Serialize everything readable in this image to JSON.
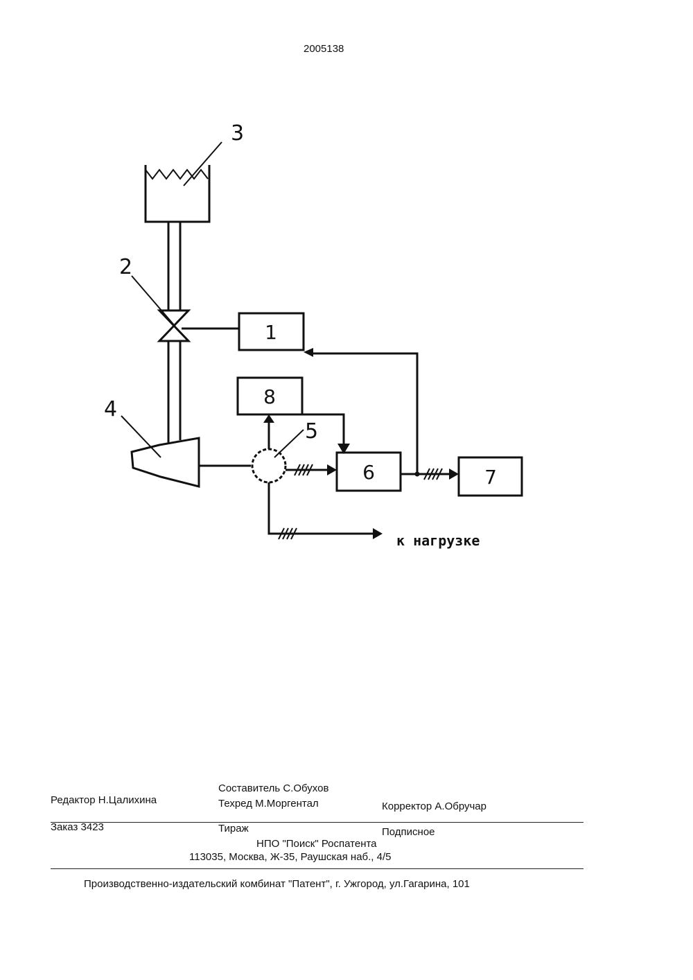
{
  "header": {
    "patent_number": "2005138"
  },
  "diagram": {
    "labels": {
      "n1": "1",
      "n2": "2",
      "n3": "3",
      "n4": "4",
      "n5": "5",
      "n6": "6",
      "n7": "7",
      "n8": "8"
    },
    "load_text": "к нагрузке"
  },
  "footer": {
    "editor": "Редактор  Н.Цалихина",
    "compiler": "Составитель  С.Обухов",
    "techred": "Техред М.Моргентал",
    "corrector": "Корректор  А.Обручар",
    "order": "Заказ 3423",
    "circulation": "Тираж",
    "subscription": "Подписное",
    "org": "НПО  \"Поиск\" Роспатента",
    "address": "113035, Москва, Ж-35, Раушская наб., 4/5",
    "publisher": "Производственно-издательский комбинат \"Патент\", г. Ужгород, ул.Гагарина, 101"
  }
}
